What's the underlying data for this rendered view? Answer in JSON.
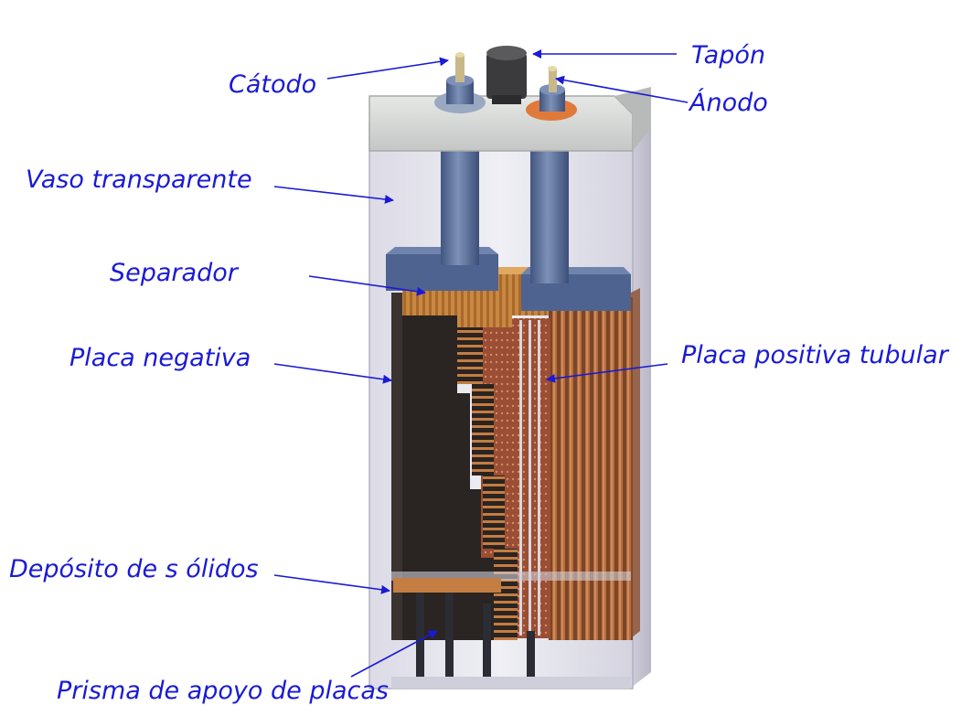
{
  "labels": {
    "catodo": "Cátodo",
    "tapon": "Tapón",
    "anodo": "Ánodo",
    "vaso": "Vaso transparente",
    "separador": "Separador",
    "placa_negativa": "Placa negativa",
    "placa_positiva": "Placa positiva tubular",
    "deposito": "Depósito de s ólidos",
    "prisma": "Prisma de apoyo de placas"
  },
  "colors": {
    "label_text": "#1a1ad6",
    "arrow": "#1a1ad6",
    "lid": "#d9dcda",
    "terminal_blue": "#5a6f9a",
    "negative_plate": "#2a2422",
    "positive_plate": "#9c5a34",
    "separator_wood": "#c98a45",
    "container_glass": "#e8e8f0"
  },
  "icons": {
    "figure": "battery-cell-cutaway-icon"
  }
}
